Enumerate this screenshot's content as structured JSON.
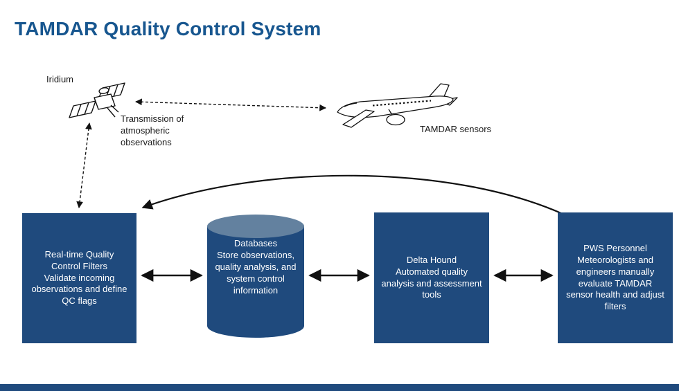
{
  "title": "TAMDAR Quality Control System",
  "colors": {
    "title_blue": "#17568F",
    "box_navy": "#1F4A7D",
    "cylinder_top": "#63819F",
    "arrow": "#111111"
  },
  "labels": {
    "iridium": "Iridium",
    "transmission": "Transmission of\natmospheric\nobservations",
    "tamdar_sensors": "TAMDAR sensors"
  },
  "nodes": [
    {
      "title": "Real-time Quality Control Filters",
      "description": "Validate incoming observations and define QC flags"
    },
    {
      "title": "Databases",
      "description": "Store observations, quality analysis, and system control information"
    },
    {
      "title": "Delta Hound",
      "description": "Automated quality analysis and assessment tools"
    },
    {
      "title": "PWS Personnel",
      "description": "Meteorologists and engineers manually evaluate TAMDAR sensor health and adjust filters"
    }
  ]
}
